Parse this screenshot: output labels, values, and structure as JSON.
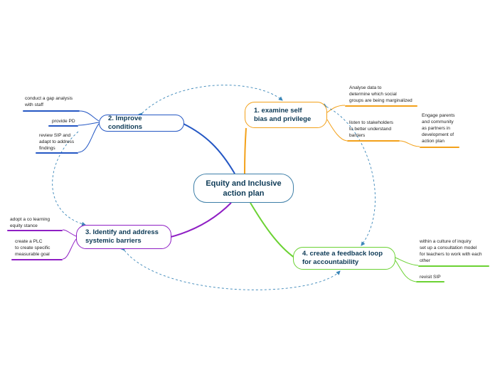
{
  "central": {
    "title": "Equity and Inclusive\n action plan"
  },
  "topics": [
    {
      "label": "1. examine self\nbias and privilege",
      "color": "#f3a11a"
    },
    {
      "label": "2. Improve conditions",
      "color": "#2457c4"
    },
    {
      "label": "3. Identify and address\nsystemic barriers",
      "color": "#8f1fc4"
    },
    {
      "label": "4. create a feedback loop\nfor accountability",
      "color": "#6bd233"
    }
  ],
  "subtopics": {
    "examine": [
      {
        "text": "Analyse data to\ndetermine which social\ngroups are being marginalized"
      },
      {
        "text": "listen to stakeholders\nto better understand\nbarriers"
      },
      {
        "text": "Engage parents\nand community\nas partners in\ndevelopment of\naction plan"
      }
    ],
    "improve": [
      {
        "text": "conduct a gap analysis\nwith staff"
      },
      {
        "text": "provide PD"
      },
      {
        "text": "review SIP and\nadapt to address\nfindings"
      }
    ],
    "identify": [
      {
        "text": "adopt a co learning\nequity stance"
      },
      {
        "text": "create a PLC\nto create specific\nmeasurable goal"
      }
    ],
    "feedback": [
      {
        "text": "within a culture of inquiry\nset up a consultation model\nfor teachers to work with each\nother"
      },
      {
        "text": "revisit SIP"
      }
    ]
  },
  "colors": {
    "central_border": "#3e7fa8",
    "dashed_relation": "#3a86b8"
  }
}
